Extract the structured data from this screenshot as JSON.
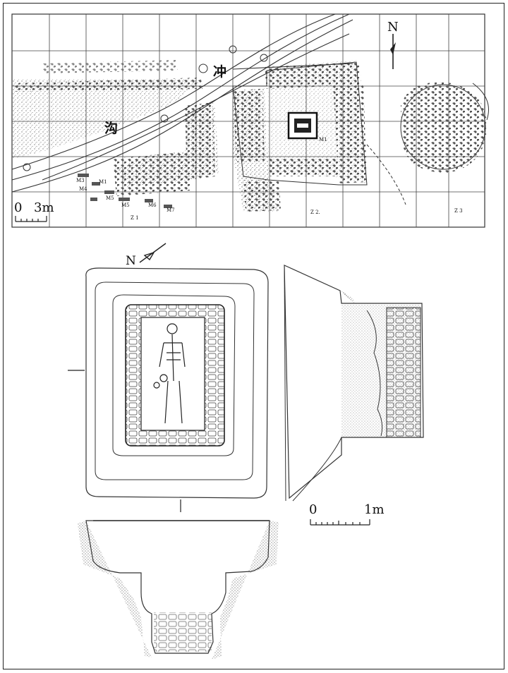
{
  "site_plan": {
    "north_label": "N",
    "ditch_label_1": "冲",
    "ditch_label_2": "沟",
    "scale_zero": "0",
    "scale_value": "3m",
    "zone_labels": [
      "Z 1",
      "Z 2.",
      "Z 3"
    ],
    "tomb_label": "M1",
    "burial_labels": [
      "M3",
      "M1",
      "M4",
      "M5",
      "M5",
      "M6",
      "M7"
    ]
  },
  "tomb_plan": {
    "north_label": "N",
    "scale_zero": "0",
    "scale_value": "1m"
  },
  "colors": {
    "ink": "#333333",
    "stipple": "#8a8a8a",
    "background": "#ffffff"
  }
}
